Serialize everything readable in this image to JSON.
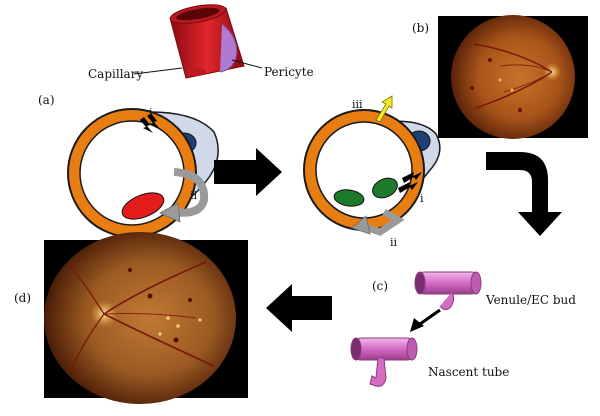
{
  "panels": {
    "a": "(a)",
    "b": "(b)",
    "c": "(c)",
    "d": "(d)"
  },
  "vessel_labels": {
    "capillary": "Capillary",
    "pericyte": "Pericyte"
  },
  "panel_a": {
    "left": {
      "top_marker": "i",
      "side_marker": "ii"
    },
    "right": {
      "top_marker": "iii",
      "side_marker": "i",
      "bottom_marker": "ii"
    }
  },
  "panel_c": {
    "bud_label": "Venule/EC bud",
    "tube_label": "Nascent tube"
  },
  "colors": {
    "capillary_wall": "#e87d12",
    "capillary_outline": "#1a1a1a",
    "pericyte_body": "#cfd9ea",
    "pericyte_nucleus": "#1f3f78",
    "red_cell": "#e51c1c",
    "green_cell": "#1c7a2a",
    "flow_arrow": "#000000",
    "yellow_arrow": "#f7ea2a",
    "grey_arrow": "#9a9a9a",
    "fundus_bg": "#000000",
    "tube_pink": "#d877c8"
  }
}
